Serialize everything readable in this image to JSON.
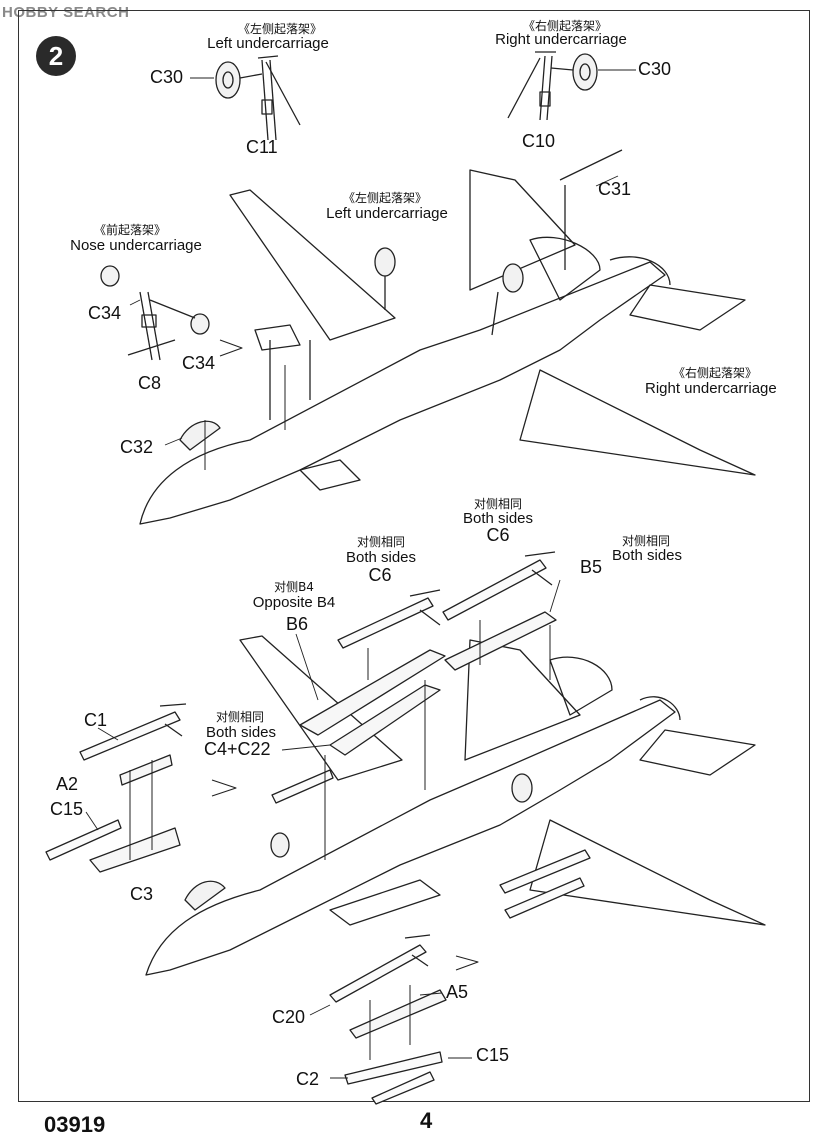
{
  "watermark": "HOBBY SEARCH",
  "step_number": "2",
  "footer": {
    "kit_code": "03919",
    "page_number": "4"
  },
  "labels": {
    "left_uc_cn": "《左侧起落架》",
    "left_uc_en": "Left undercarriage",
    "right_uc_cn": "《右侧起落架》",
    "right_uc_en": "Right undercarriage",
    "nose_uc_cn": "《前起落架》",
    "nose_uc_en": "Nose undercarriage",
    "both_sides_cn": "对侧相同",
    "both_sides_en": "Both sides",
    "opposite_b4_cn": "对侧B4",
    "opposite_b4_en": "Opposite B4"
  },
  "parts": {
    "c30": "C30",
    "c11": "C11",
    "c10": "C10",
    "c31": "C31",
    "c34": "C34",
    "c8": "C8",
    "c32": "C32",
    "c6": "C6",
    "b5": "B5",
    "b6": "B6",
    "c4c22": "C4+C22",
    "c1": "C1",
    "a2": "A2",
    "c15": "C15",
    "c3": "C3",
    "a5": "A5",
    "c20": "C20",
    "c2": "C2"
  }
}
